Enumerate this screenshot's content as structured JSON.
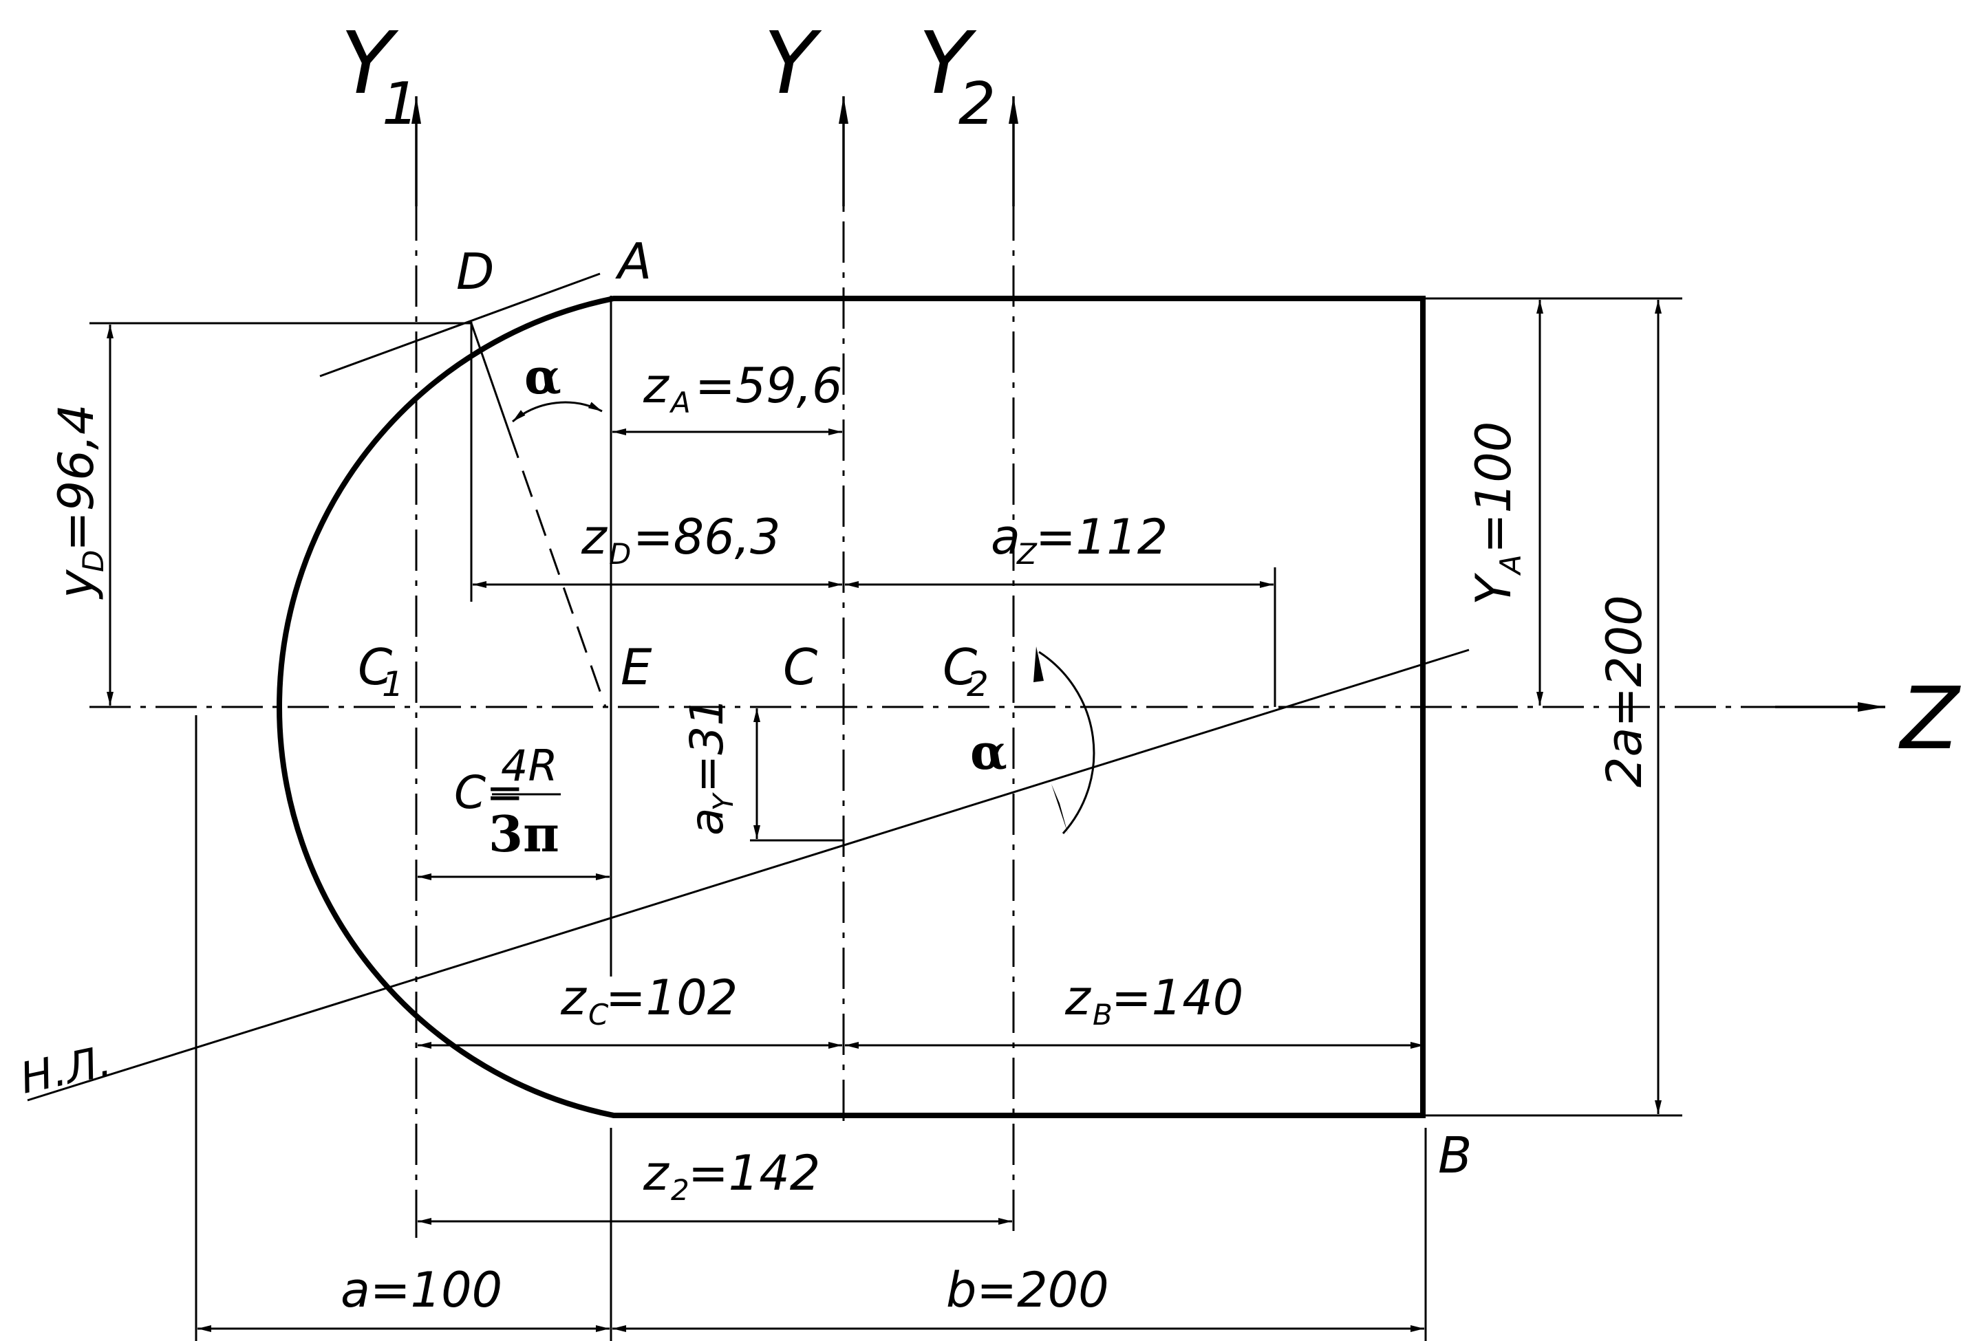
{
  "diagram": {
    "axes": {
      "y1": "Y",
      "y1_sub": "1",
      "y": "Y",
      "y2": "Y",
      "y2_sub": "2",
      "z": "Z"
    },
    "points": {
      "D": "D",
      "A": "A",
      "E": "E",
      "C": "C",
      "C1": "C",
      "C1_sub": "1",
      "C2": "C",
      "C2_sub": "2",
      "B": "B"
    },
    "neutral_line": "Н.Л.",
    "alpha": "α",
    "dimensions": {
      "zA": {
        "main": "z",
        "sub": "A",
        "value": "=59,6"
      },
      "zD": {
        "main": "z",
        "sub": "D",
        "value": "=86,3"
      },
      "az": {
        "main": "a",
        "sub": "Z",
        "value": "=112"
      },
      "yD": {
        "main": "y",
        "sub": "D",
        "value": "=96,4"
      },
      "YA": {
        "main": "Y",
        "sub": "A",
        "value": "=100"
      },
      "two_a": {
        "text": "2a=200"
      },
      "ay": {
        "main": "a",
        "sub": "Y",
        "value": "=31"
      },
      "c_formula": {
        "prefix": "C=",
        "numerator": "4R",
        "denominator": "3π"
      },
      "zC": {
        "main": "z",
        "sub": "C",
        "value": "=102"
      },
      "zB": {
        "main": "z",
        "sub": "B",
        "value": "=140"
      },
      "z2": {
        "main": "z",
        "sub": "2",
        "value": "=142"
      },
      "a": {
        "text": "a=100"
      },
      "b": {
        "text": "b=200"
      }
    }
  }
}
